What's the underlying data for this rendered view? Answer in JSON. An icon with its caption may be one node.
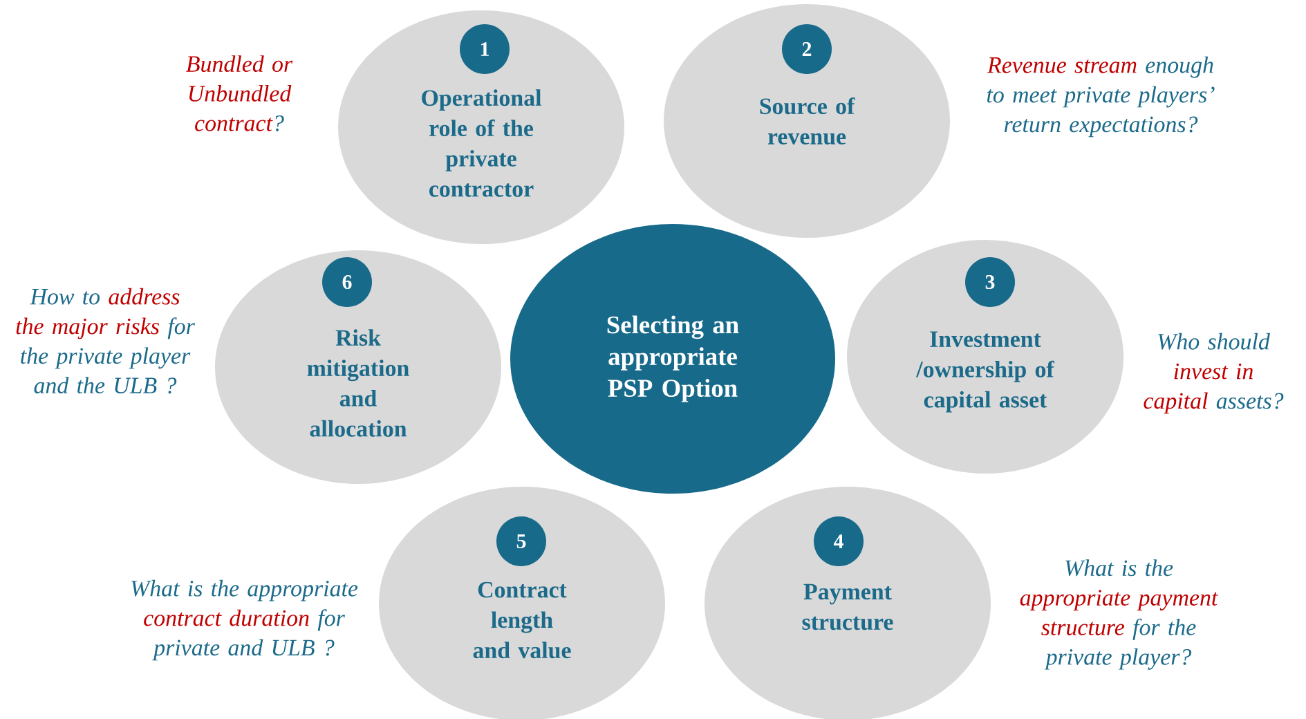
{
  "diagram": {
    "nodes": [
      {
        "text": [
          "Operational role of the private contractor"
        ],
        "beside": [
          "Bundled or Unbundled contract",
          "?"
        ]
      },
      {
        "text": [
          "1"
        ],
        "in": 0
      },
      {
        "text": [
          "Source of revenue"
        ],
        "beside": [
          "Revenue stream",
          "enough to meet private players’ return expectations?"
        ]
      },
      {
        "text": [
          "2"
        ],
        "in": 2
      },
      {
        "text": [
          "Risk mitigation and allocation"
        ],
        "beside": [
          "How to",
          "address the major risks",
          "for the private player and the ULB ?"
        ]
      },
      {
        "text": [
          "6"
        ],
        "in": 4
      },
      {
        "text": [
          "Selecting an appropriate PSP Option"
        ]
      },
      {
        "text": [
          "Investment /ownership of capital asset"
        ],
        "beside": [
          "Who should",
          "invest in capital",
          "assets?"
        ]
      },
      {
        "text": [
          "3"
        ],
        "in": 7
      },
      {
        "text": [
          "Contract length and value"
        ],
        "beside": [
          "What is the appropriate",
          "contract duration",
          "for private and ULB ?"
        ]
      },
      {
        "text": [
          "5"
        ],
        "in": 9
      },
      {
        "text": [
          "Payment structure"
        ],
        "beside": [
          "What is the",
          "appropriate payment structure",
          "for the private player?"
        ]
      },
      {
        "text": [
          "4"
        ],
        "in": 11
      }
    ]
  }
}
